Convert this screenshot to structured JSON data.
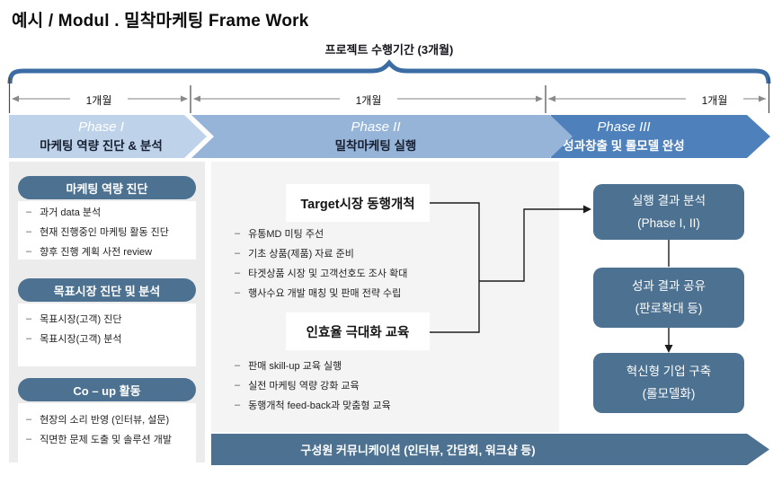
{
  "title": "예시 / Modul . 밀착마케팅 Frame Work",
  "timeline": {
    "duration_label": "프로젝트 수행기간 (3개월)",
    "segments": [
      "1개월",
      "1개월",
      "1개월"
    ]
  },
  "phases": [
    {
      "name": "Phase I",
      "subtitle": "마케팅 역량 진단 & 분석"
    },
    {
      "name": "Phase II",
      "subtitle": "밀착마케팅 실행"
    },
    {
      "name": "Phase III",
      "subtitle": "성과창출 및 롤모델 완성"
    }
  ],
  "left_panel": {
    "groups": [
      {
        "header": "마케팅 역량 진단",
        "items": [
          "과거 data 분석",
          "현재 진행중인 마케팅 활동 진단",
          "향후 진행 계획 사전 review"
        ]
      },
      {
        "header": "목표시장 진단 및 분석",
        "items": [
          "목표시장(고객) 진단",
          "목표시장(고객) 분석"
        ]
      },
      {
        "header": "Co – up 활동",
        "items": [
          "현장의 소리 반영 (인터뷰, 설문)",
          "직면한 문제 도출 및 솔루션 개발"
        ]
      }
    ]
  },
  "middle_panel": {
    "groups": [
      {
        "header": "Target시장 동행개척",
        "items": [
          "유통MD 미팅 주선",
          "기초 상품(제품) 자료 준비",
          "타겟상품 시장 및 고객선호도 조사 확대",
          "행사수요 개발 매칭 및 판매 전략 수립"
        ]
      },
      {
        "header": "인효율 극대화 교육",
        "items": [
          "판매 skill-up 교육 실행",
          "실전 마케팅 역량 강화 교육",
          "동행개척 feed-back과 맞춤형 교육"
        ]
      }
    ]
  },
  "right_panel": {
    "boxes": [
      {
        "line1": "실행 결과 분석",
        "line2": "(Phase I, II)"
      },
      {
        "line1": "성과 결과 공유",
        "line2": "(판로확대 등)"
      },
      {
        "line1": "혁신형 기업 구축",
        "line2": "(롤모델화)"
      }
    ]
  },
  "banner": {
    "label": "구성원 커뮤니케이션 (인터뷰, 간담회, 워크샵 등)"
  },
  "colors": {
    "steel_blue": "#4d7190",
    "phase1_fill": "#bed3e9",
    "phase2_fill": "#96b4d8",
    "phase3_fill": "#4e80bc",
    "brace_blue": "#3b6ca3",
    "left_panel_bg": "#ececec",
    "middle_panel_bg": "#f4f4f4"
  }
}
